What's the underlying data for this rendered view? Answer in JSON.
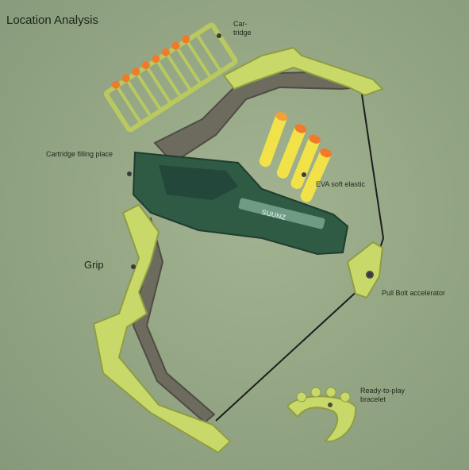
{
  "title": "Location Analysis",
  "labels": {
    "cartridge": "Car-\ntridge",
    "cartridge_filling_place": "Cartridge filling place",
    "eva_soft_elastic": "EVA soft elastic",
    "grip": "Grip",
    "pull_bolt_accelerator": "Pull Bolt accelerator",
    "ready_to_play_bracelet": "Ready-to-play\nbracelet"
  },
  "product_markings": {
    "body_text": "SUUNZ"
  },
  "colors": {
    "background": "#95a785",
    "limb_lime": "#c8d96a",
    "body_green": "#2f5a44",
    "frame_grey": "#6d6a5e",
    "dart_yellow": "#f1e24a",
    "dart_tip": "#f07a2a",
    "string": "#1c1c1c"
  }
}
